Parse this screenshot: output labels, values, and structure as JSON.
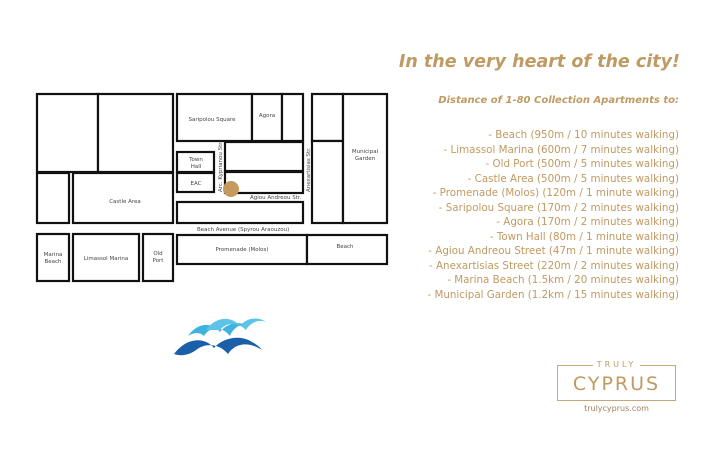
{
  "headline": "In the very heart of the city!",
  "subheading": "Distance of 1-80 Collection Apartments to:",
  "distances": [
    "- Beach (950m / 10 minutes walking)",
    "- Limassol Marina (600m / 7 minutes walking)",
    "- Old Port (500m / 5 minutes walking)",
    "- Castle Area (500m / 5 minutes walking)",
    "- Promenade (Molos) (120m / 1 minute walking)",
    "- Saripolou Square (170m / 2 minutes walking)",
    "- Agora (170m / 2 minutes walking)",
    "- Town Hall (80m / 1 minute walking)",
    "- Agiou Andreou Street (47m / 1 minute walking)",
    "- Anexartisias Street (220m / 2 minutes walking)",
    "- Marina Beach (1.5km / 20 minutes walking)",
    "- Municipal Garden (1.2km / 15 minutes walking)"
  ],
  "map": {
    "saripolou": "Saripolou Square",
    "agora": "Agora",
    "town": "Town",
    "hall": "Hall",
    "eac": "EAC",
    "kyprianou": "Arc. Kyprianou Str.",
    "anexartisias": "Anexartisias Str.",
    "municipal1": "Municipal",
    "municipal2": "Garden",
    "agiou": "Agiou Andreou Str.",
    "castle": "Castle Area",
    "beach_avenue": "Beach Avenue (Spyrou Araouzou)",
    "marina1": "Marina",
    "marina2": "Beach",
    "limassol_marina": "Limassol Marina",
    "old1": "Old",
    "old2": "Port",
    "promenade": "Promenade (Molos)",
    "beach": "Beach"
  },
  "logo": {
    "truly": "TRULY",
    "cyprus": "CYPRUS",
    "url": "trulycyprus.com"
  },
  "colors": {
    "gold": "#bf9a62",
    "marker": "#c49a5e",
    "wave_light": "#3fb3e0",
    "wave_dark": "#1b5fa8"
  }
}
